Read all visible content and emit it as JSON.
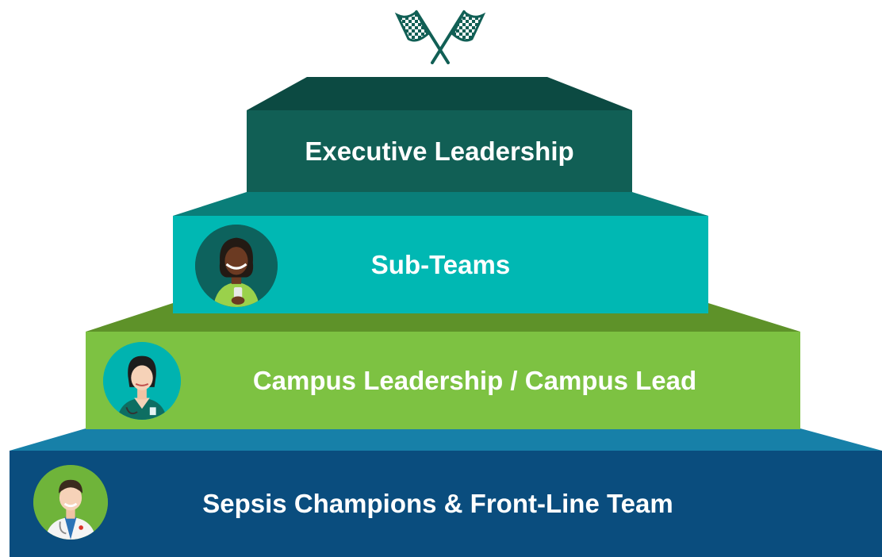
{
  "pyramid": {
    "goal_icon": "checkered-flags-icon",
    "tiers": [
      {
        "label": "Executive Leadership",
        "color": "#115f55",
        "top_color": "#0c4a42",
        "avatar": null
      },
      {
        "label": "Sub-Teams",
        "color": "#00b8b3",
        "top_color": "#0a7e79",
        "avatar": "woman-with-phone-avatar"
      },
      {
        "label": "Campus Leadership / Campus Lead",
        "color": "#7dc242",
        "top_color": "#5e9229",
        "avatar": "nurse-avatar"
      },
      {
        "label": "Sepsis Champions & Front-Line Team",
        "color": "#0a4d7e",
        "top_color": "#1780a8",
        "avatar": "doctor-avatar"
      }
    ]
  }
}
